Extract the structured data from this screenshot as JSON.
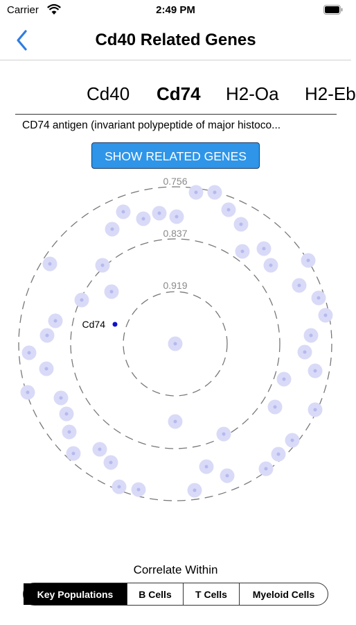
{
  "status_bar": {
    "carrier": "Carrier",
    "time": "2:49 PM"
  },
  "nav": {
    "title": "Cd40 Related Genes",
    "back_icon": "chevron-left-icon",
    "accent_color": "#2f7de1"
  },
  "gene_tabs": [
    {
      "label": "Cd40",
      "selected": false
    },
    {
      "label": "Cd74",
      "selected": true
    },
    {
      "label": "H2-Oa",
      "selected": false
    },
    {
      "label": "H2-Eb",
      "selected": false
    }
  ],
  "gene_description": "CD74 antigen (invariant polypeptide of major histoco...",
  "show_button_label": "SHOW RELATED GENES",
  "radial_plot": {
    "ring_labels": [
      "0.919",
      "0.837",
      "0.756"
    ],
    "highlight_label": "Cd74",
    "dot_color": "#d9daf7",
    "dot_core_color": "#b7b8ee",
    "highlight_color": "#1010cc"
  },
  "correlate_label": "Correlate Within",
  "segments": [
    {
      "label": "Key Populations",
      "active": true
    },
    {
      "label": "B Cells",
      "active": false
    },
    {
      "label": "T Cells",
      "active": false
    },
    {
      "label": "Myeloid Cells",
      "active": false
    }
  ]
}
